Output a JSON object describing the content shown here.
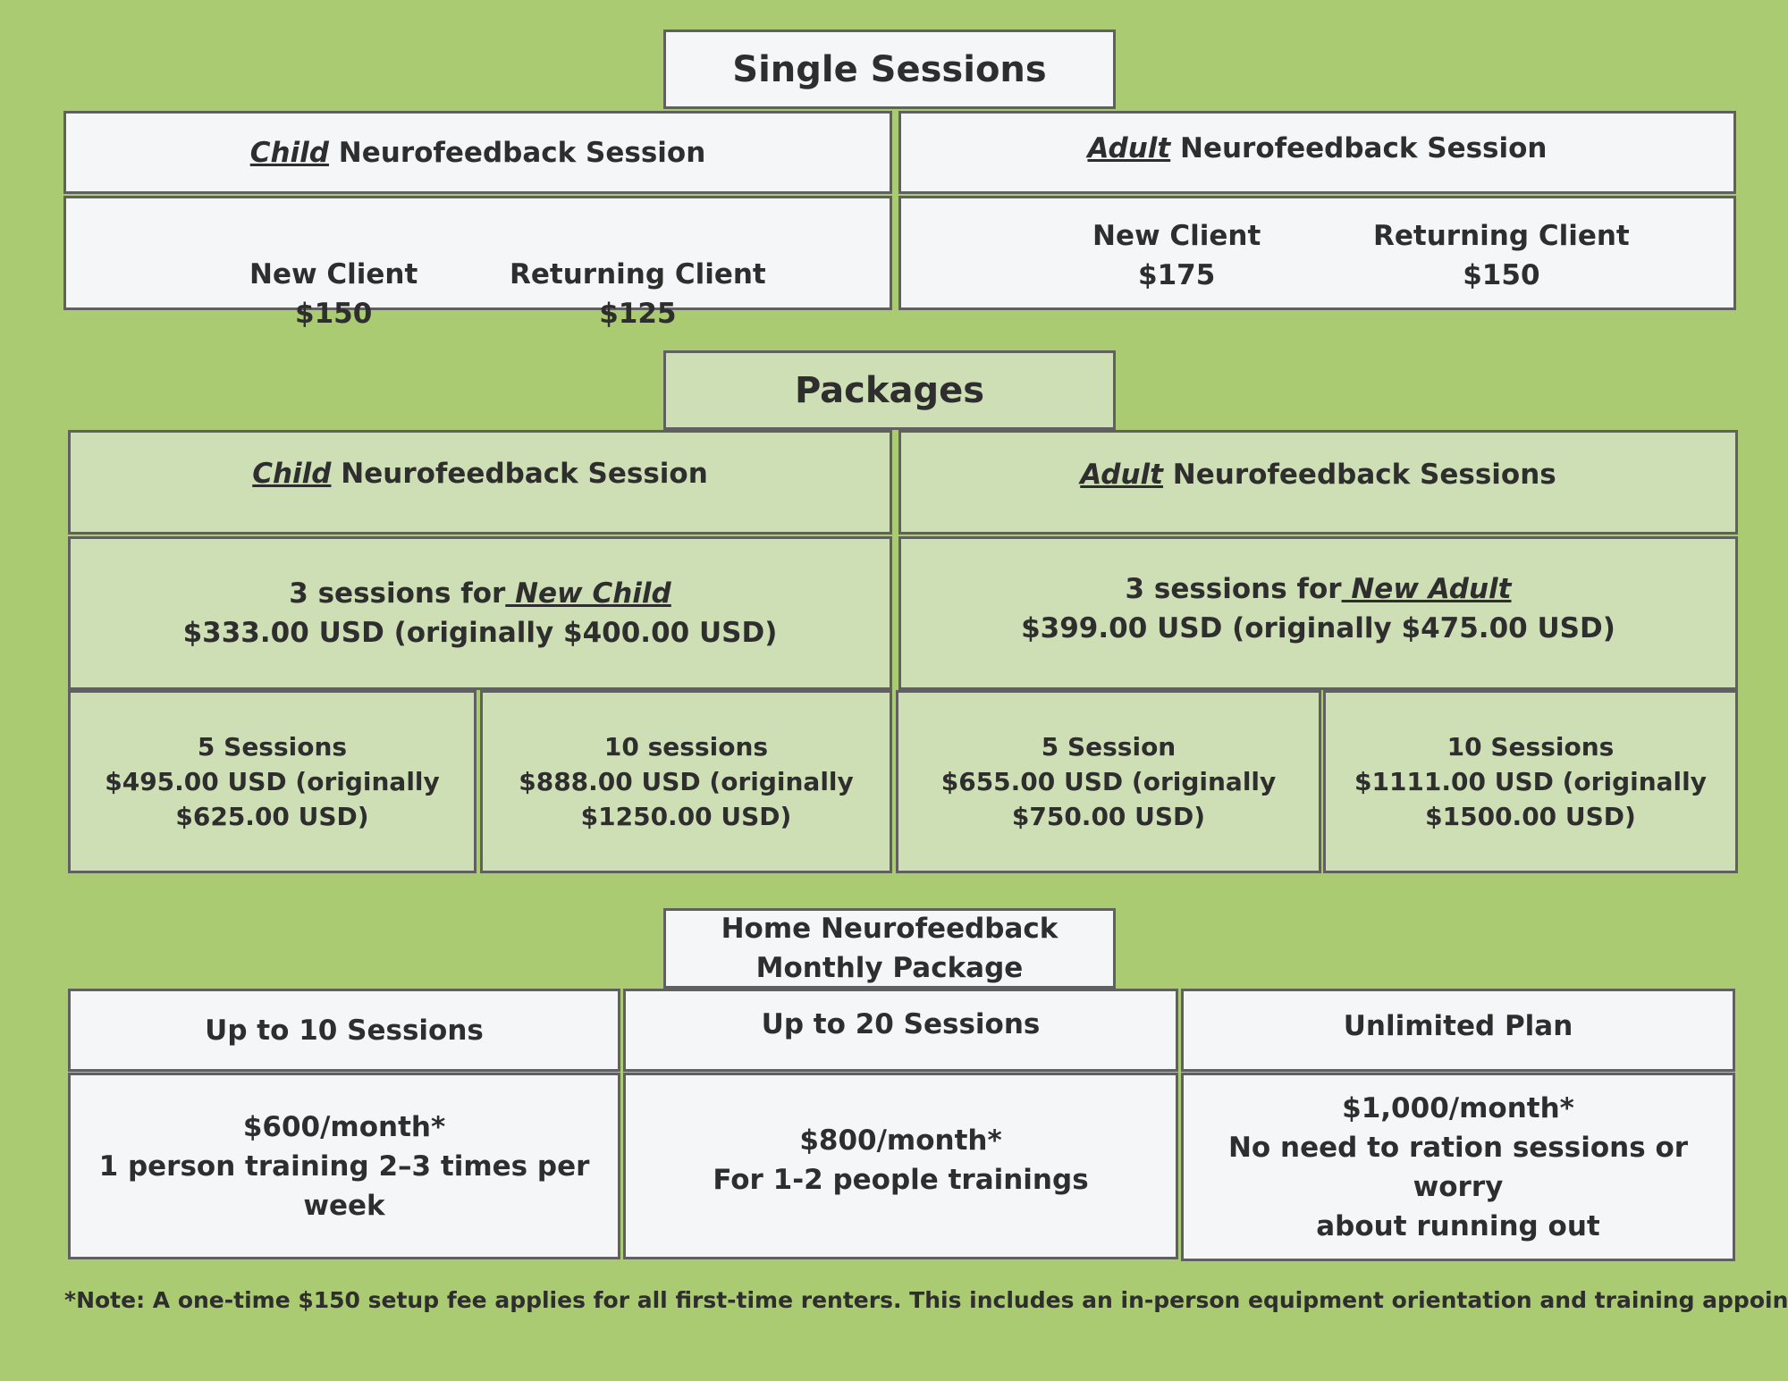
{
  "single": {
    "title": "Single Sessions",
    "child": {
      "label_em": "Child",
      "label_rest": " Neurofeedback Session",
      "new_label": "New Client",
      "new_price": "$150",
      "ret_label": "Returning Client",
      "ret_price": "$125"
    },
    "adult": {
      "label_em": "Adult",
      "label_rest": " Neurofeedback Session",
      "new_label": "New Client",
      "new_price": "$175",
      "ret_label": "Returning Client",
      "ret_price": "$150"
    }
  },
  "packages": {
    "title": "Packages",
    "child": {
      "label_em": "Child",
      "label_rest": " Neurofeedback Session",
      "three_prefix": "3 sessions for",
      "three_em": " New Child",
      "three_price": "$333.00 USD (originally $400.00 USD)",
      "five": {
        "line1": "5 Sessions",
        "line2": "$495.00 USD (originally",
        "line3": "$625.00 USD)"
      },
      "ten": {
        "line1": "10 sessions",
        "line2": "$888.00 USD (originally",
        "line3": "$1250.00 USD)"
      }
    },
    "adult": {
      "label_em": "Adult",
      "label_rest": " Neurofeedback Sessions",
      "three_prefix": "3 sessions for",
      "three_em": " New Adult",
      "three_price": "$399.00 USD (originally $475.00 USD)",
      "five": {
        "line1": "5 Session",
        "line2": "$655.00 USD (originally",
        "line3": "$750.00 USD)"
      },
      "ten": {
        "line1": "10 Sessions",
        "line2": "$1111.00 USD (originally",
        "line3": "$1500.00 USD)"
      }
    }
  },
  "home": {
    "title_line1": "Home Neurofeedback",
    "title_line2": "Monthly Package",
    "plans": [
      {
        "name": "Up to 10 Sessions",
        "price": "$600/month*",
        "desc1": "1 person training 2–3 times per week",
        "desc2": ""
      },
      {
        "name": "Up to 20 Sessions",
        "price": "$800/month*",
        "desc1": "For 1-2 people trainings",
        "desc2": ""
      },
      {
        "name": "Unlimited Plan",
        "price": "$1,000/month*",
        "desc1": "No need to ration sessions or worry",
        "desc2": "about running out"
      }
    ]
  },
  "note": "*Note: A one-time $150 setup fee applies for all first-time renters. This includes an in-person equipment orientation and training appointment."
}
